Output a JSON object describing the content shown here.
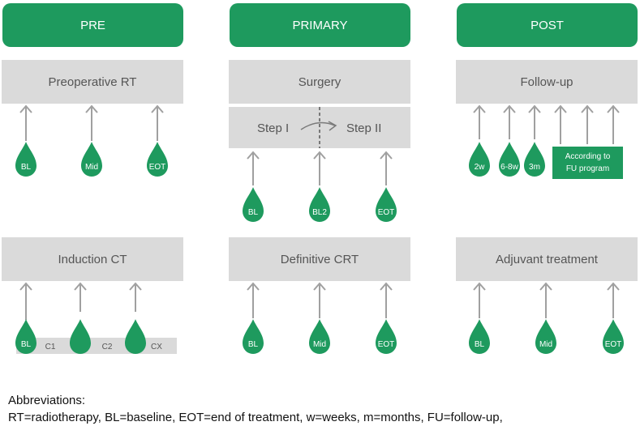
{
  "columns": [
    {
      "header": "PRE",
      "top_box": "Preoperative RT",
      "bottom_box": "Induction CT"
    },
    {
      "header": "PRIMARY",
      "top_box": "Surgery",
      "bottom_box": "Definitive CRT"
    },
    {
      "header": "POST",
      "top_box": "Follow-up",
      "bottom_box": "Adjuvant treatment"
    }
  ],
  "surgery_steps": {
    "step1": "Step I",
    "step2": "Step II"
  },
  "drops": {
    "pre_top": [
      "BL",
      "Mid",
      "EOT"
    ],
    "primary_top": [
      "BL",
      "BL2",
      "EOT"
    ],
    "post_top": [
      "2w",
      "6-8w",
      "3m"
    ],
    "pre_bottom": [
      "BL",
      "",
      ""
    ],
    "primary_bottom": [
      "BL",
      "Mid",
      "EOT"
    ],
    "post_bottom": [
      "BL",
      "Mid",
      "EOT"
    ]
  },
  "induction_cycles": [
    "C1",
    "C2",
    "CX"
  ],
  "fu_program": {
    "line1": "According to",
    "line2": "FU program"
  },
  "legend": {
    "title": "Abbreviations:",
    "text": "RT=radiotherapy, BL=baseline, EOT=end of treatment, w=weeks, m=months, FU=follow-up,"
  },
  "colors": {
    "green": "#1e9a5e",
    "box_gray": "#dadada",
    "arrow_gray": "#a0a0a0",
    "text_gray": "#555555"
  }
}
